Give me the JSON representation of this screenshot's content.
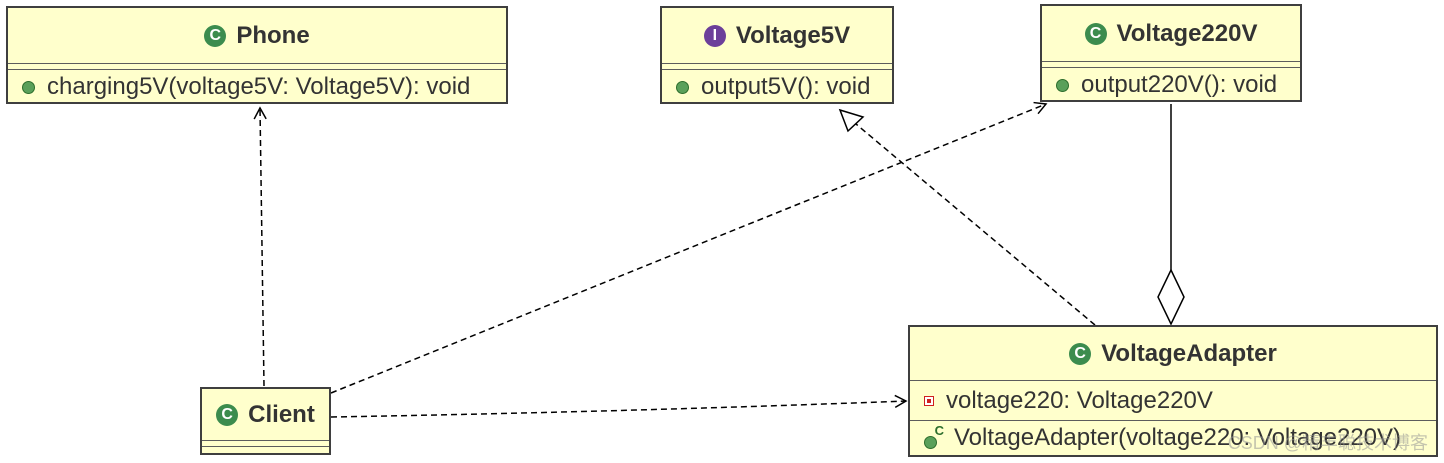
{
  "classes": {
    "phone": {
      "name": "Phone",
      "kind_icon": "class-icon",
      "operations": [
        {
          "visibility": "public",
          "text": "charging5V(voltage5V: Voltage5V): void"
        }
      ]
    },
    "voltage5v": {
      "name": "Voltage5V",
      "kind_icon": "interface-icon",
      "operations": [
        {
          "visibility": "public",
          "text": "output5V(): void"
        }
      ]
    },
    "voltage220v": {
      "name": "Voltage220V",
      "kind_icon": "class-icon",
      "operations": [
        {
          "visibility": "public",
          "text": "output220V(): void"
        }
      ]
    },
    "client": {
      "name": "Client",
      "kind_icon": "class-icon"
    },
    "voltage_adapter": {
      "name": "VoltageAdapter",
      "kind_icon": "class-icon",
      "attributes": [
        {
          "visibility": "private",
          "text": "voltage220: Voltage220V"
        }
      ],
      "operations": [
        {
          "visibility": "constructor",
          "text": "VoltageAdapter(voltage220: Voltage220V)"
        }
      ]
    }
  },
  "icons": {
    "class_letter": "C",
    "interface_letter": "I",
    "constructor_letter": "C"
  },
  "relationships": [
    {
      "from": "Client",
      "to": "Phone",
      "type": "dependency"
    },
    {
      "from": "Client",
      "to": "Voltage220V",
      "type": "dependency"
    },
    {
      "from": "Client",
      "to": "VoltageAdapter",
      "type": "dependency"
    },
    {
      "from": "VoltageAdapter",
      "to": "Voltage5V",
      "type": "realization"
    },
    {
      "from": "VoltageAdapter",
      "to": "Voltage220V",
      "type": "aggregation"
    }
  ],
  "colors": {
    "box_fill": "#ffffcc",
    "class_icon": "#3c8c4e",
    "interface_icon": "#6c3f9a",
    "private_marker": "#d02020"
  },
  "watermark": "CSDN @精丰聪技术博客"
}
